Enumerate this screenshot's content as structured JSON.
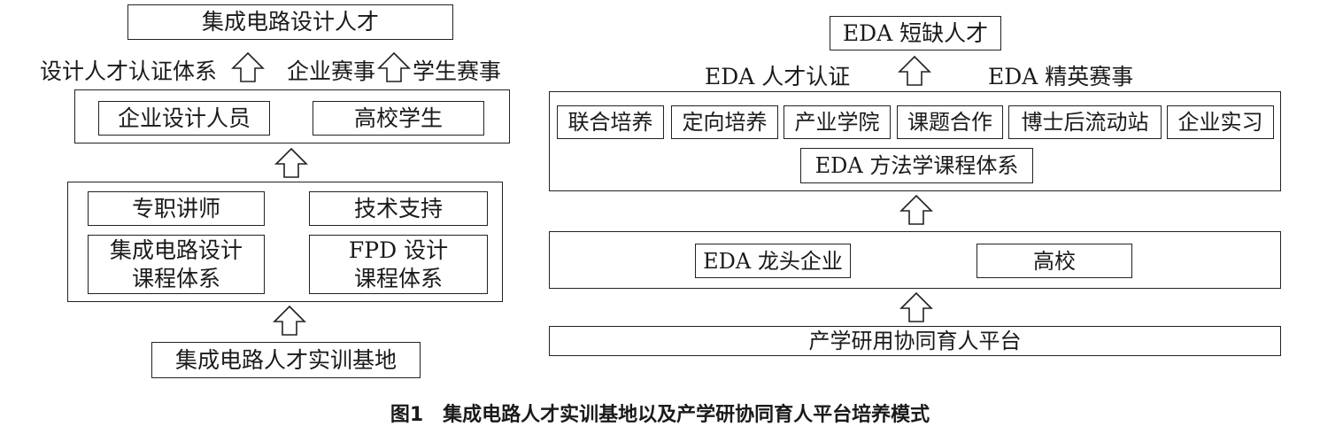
{
  "left": {
    "top_title": "集成电路设计人才",
    "arrow_labels": {
      "certification": "设计人才认证体系",
      "enterprise_competition": "企业赛事",
      "student_competition": "学生赛事"
    },
    "target_group": {
      "enterprise_designers": "企业设计人员",
      "university_students": "高校学生"
    },
    "resources": {
      "full_time_lecturers": "专职讲师",
      "technical_support": "技术支持",
      "ic_design_course": "集成电路设计\n课程体系",
      "fpd_design_course": "FPD 设计\n课程体系"
    },
    "base": "集成电路人才实训基地"
  },
  "right": {
    "top_title": "EDA 短缺人才",
    "arrow_labels": {
      "certification": "EDA 人才认证",
      "elite_competition": "EDA 精英赛事"
    },
    "programs": [
      "联合培养",
      "定向培养",
      "产业学院",
      "课题合作",
      "博士后流动站",
      "企业实习"
    ],
    "methodology_course": "EDA 方法学课程体系",
    "partners": {
      "leading_enterprise": "EDA 龙头企业",
      "university": "高校"
    },
    "platform": "产学研用协同育人平台"
  },
  "caption": "图1　集成电路人才实训基地以及产学研协同育人平台培养模式"
}
